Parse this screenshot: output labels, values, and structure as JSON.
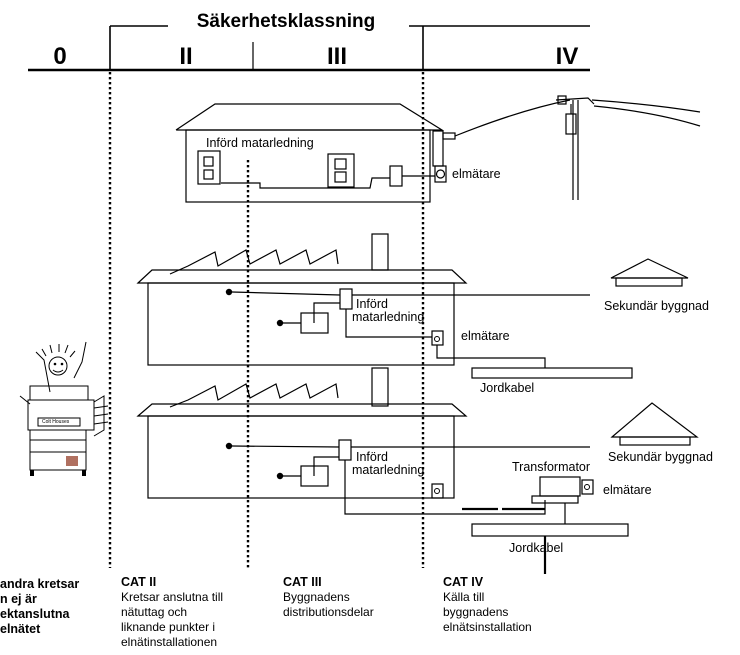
{
  "header": {
    "title": "Säkerhetsklassning",
    "class_0": "0",
    "class_ii": "II",
    "class_iii": "III",
    "class_iv": "IV"
  },
  "labels": {
    "infeed_top": "Införd matarledning",
    "meter_top": "elmätare",
    "infeed_mid_1": "Införd",
    "infeed_mid_2": "matarledning",
    "meter_mid": "elmätare",
    "secondary_mid": "Sekundär byggnad",
    "ground_cable_mid": "Jordkabel",
    "infeed_bot_1": "Införd",
    "infeed_bot_2": "matarledning",
    "secondary_bot": "Sekundär byggnad",
    "transformer": "Transformator",
    "meter_bot": "elmätare",
    "ground_cable_bot": "Jordkabel"
  },
  "captions": {
    "cat_i": {
      "lines": [
        "andra kretsar",
        "n ej är",
        "ektanslutna",
        "elnätet"
      ]
    },
    "cat_ii": {
      "title": "CAT II",
      "lines": [
        "Kretsar anslutna till",
        "nätuttag och",
        "liknande punkter i",
        "elnätinstallationen"
      ]
    },
    "cat_iii": {
      "title": "CAT III",
      "lines": [
        "Byggnadens",
        "distributionsdelar"
      ]
    },
    "cat_iv": {
      "title": "CAT IV",
      "lines": [
        "Källa till",
        "byggnadens",
        "elnätsinstallation"
      ]
    }
  }
}
